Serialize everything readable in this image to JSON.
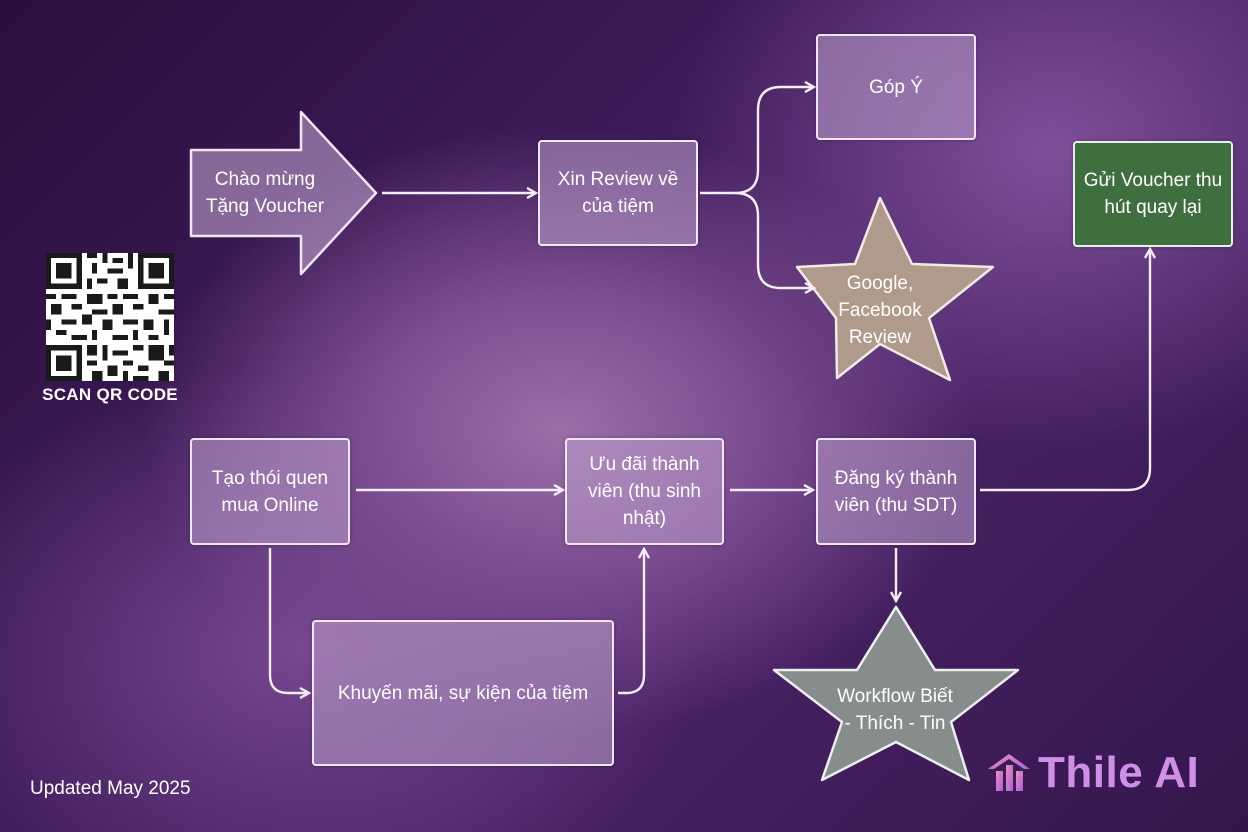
{
  "nodes": {
    "welcome": "Chào mừng\nTặng Voucher",
    "review": "Xin Review về\ncủa tiệm",
    "feedback": "Góp Ý",
    "google": "Google,\nFacebook\nReview",
    "voucher_return": "Gửi Voucher thu\nhút quay lại",
    "habit": "Tạo thói quen\nmua Online",
    "member_offer": "Ưu đãi thành\nviên (thu sinh\nnhật)",
    "register": "Đăng ký thành\nviên (thu SDT)",
    "promo": "Khuyến mãi, sự kiện của tiệm",
    "workflow": "Workflow Biết\n- Thích - Tin"
  },
  "qr_label": "SCAN QR CODE",
  "footer": "Updated May 2025",
  "brand": "Thile AI",
  "colors": {
    "box_fill": "#bea0cd",
    "star_tan": "#b09a8c",
    "star_gray": "#878c8c",
    "green": "#3f6e3f",
    "brand": "#cf8fe6"
  }
}
